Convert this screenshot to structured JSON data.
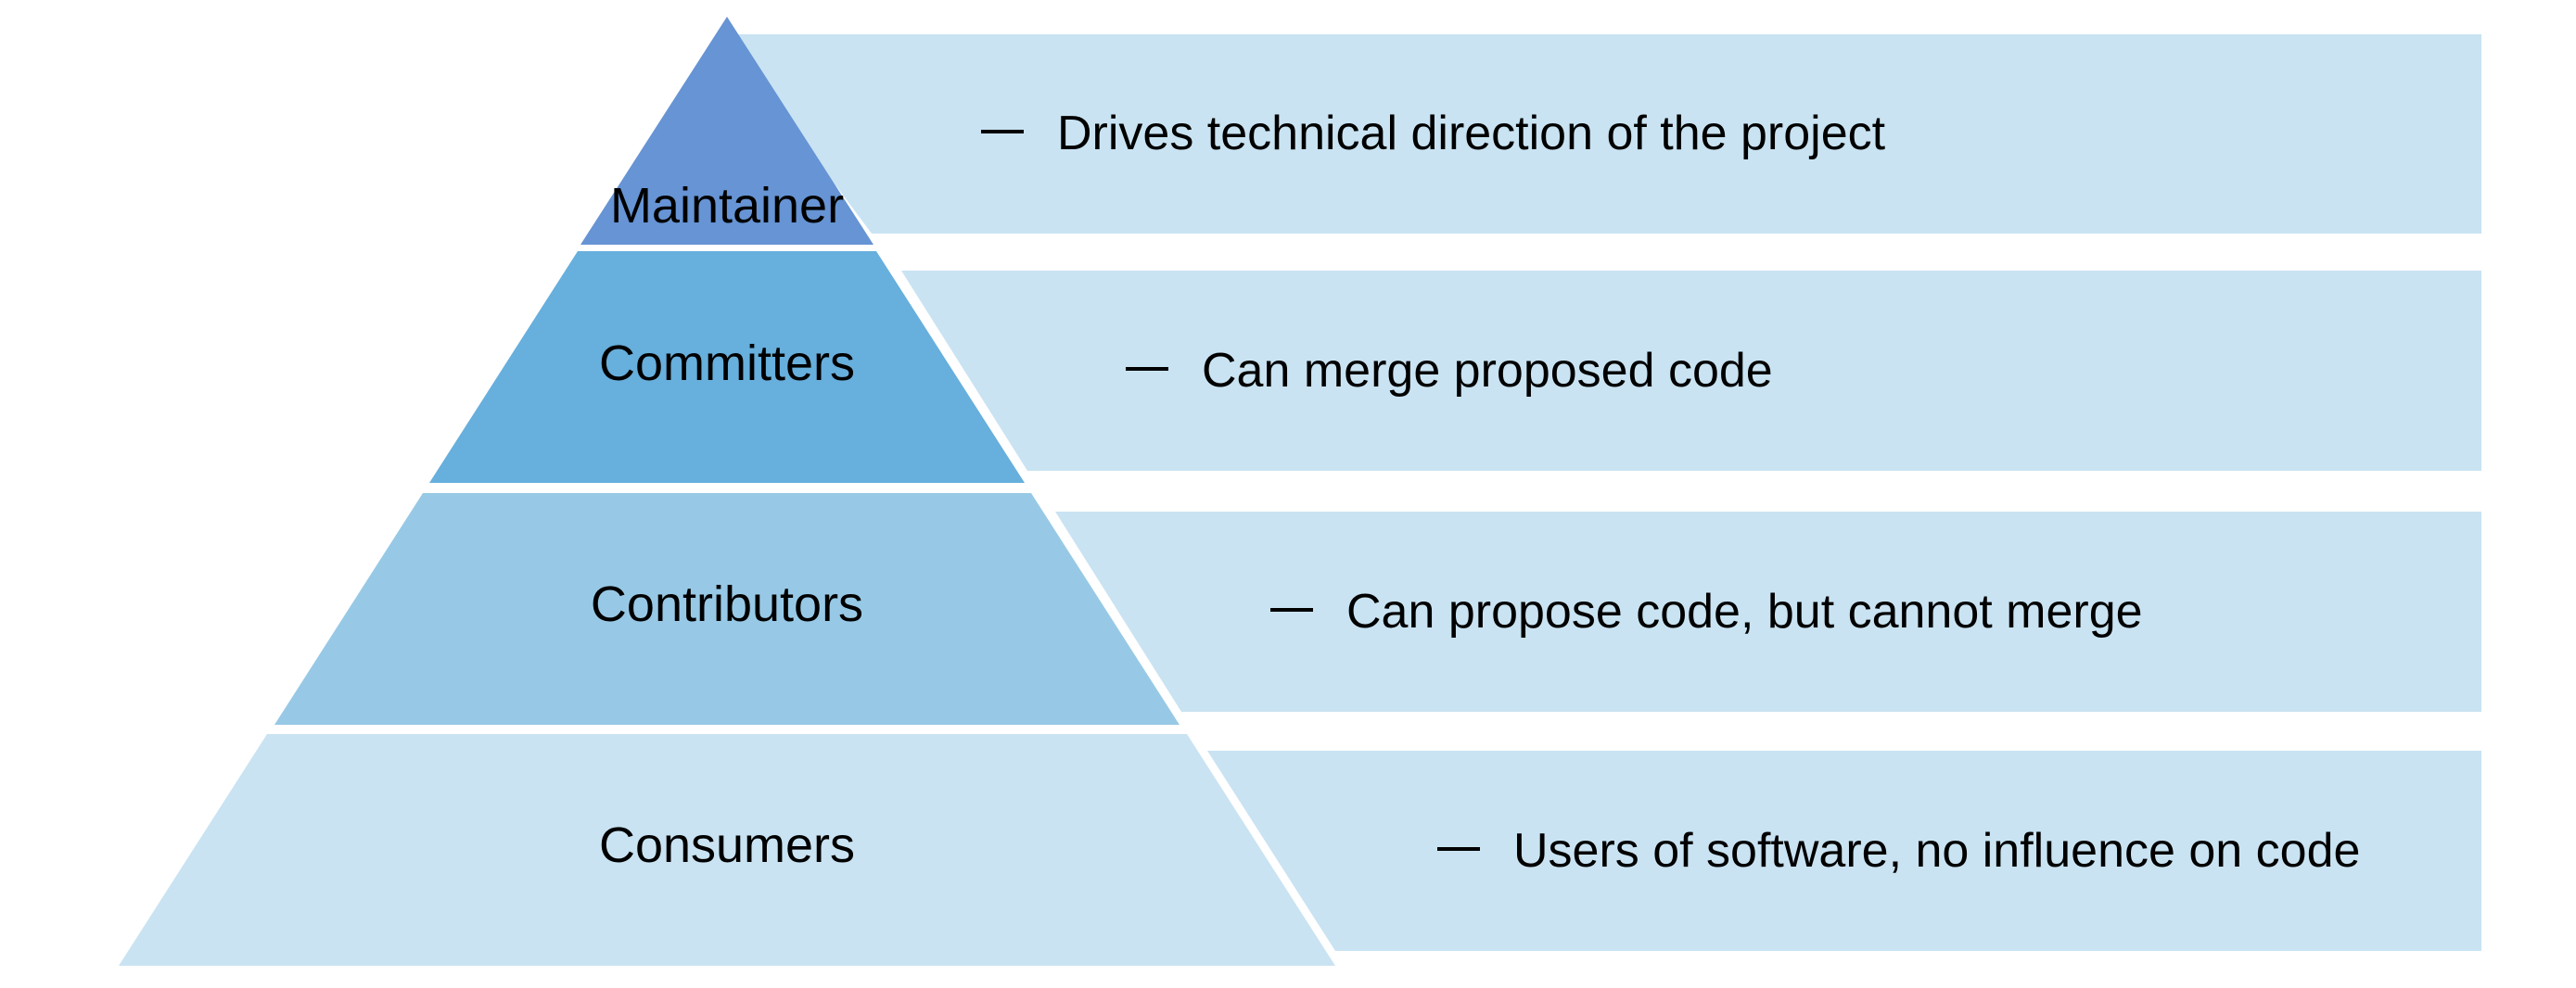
{
  "diagram": {
    "levels": [
      {
        "label": "Maintainer",
        "description": "Drives technical direction of the project",
        "fill": "#6694d4",
        "band_fill": "#c9e3f2"
      },
      {
        "label": "Committers",
        "description": "Can merge proposed code",
        "fill": "#67afdc",
        "band_fill": "#c9e3f2"
      },
      {
        "label": "Contributors",
        "description": "Can propose code, but cannot merge",
        "fill": "#97c9e6",
        "band_fill": "#c9e3f2"
      },
      {
        "label": "Consumers",
        "description": "Users of software, no influence on code",
        "fill": "#c9e3f2",
        "band_fill": "#c9e3f2"
      }
    ]
  }
}
